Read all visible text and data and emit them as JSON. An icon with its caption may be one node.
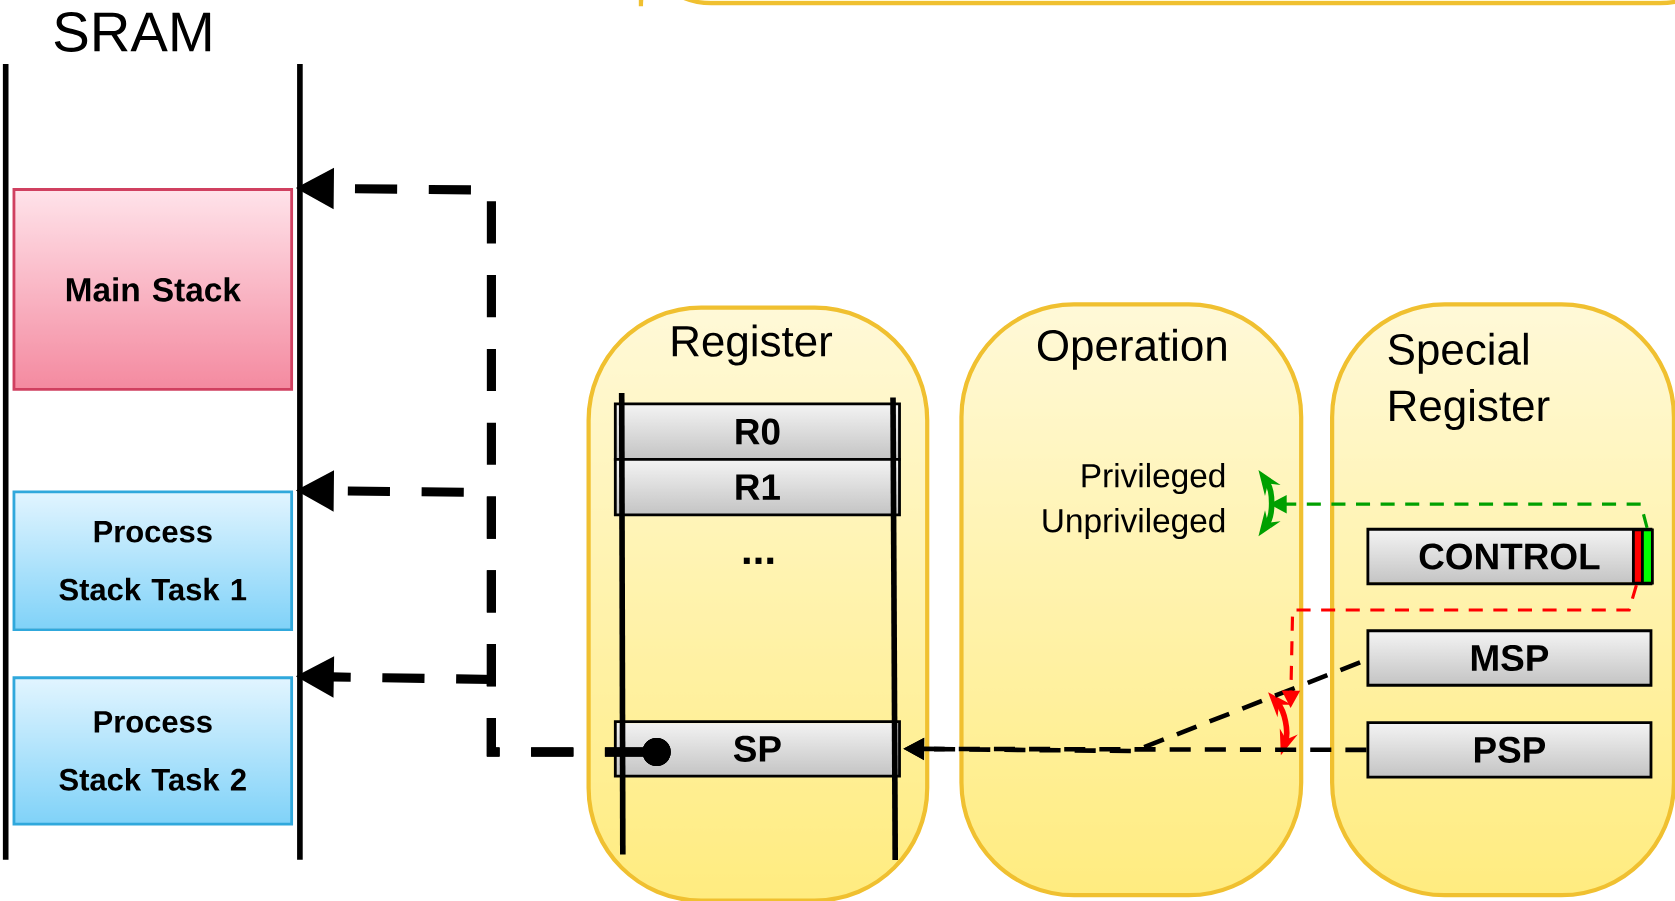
{
  "diagram": {
    "nodes": [
      {
        "text": [
          "SRAM"
        ]
      },
      {
        "text": [
          "Main Stack"
        ],
        "in": 0
      },
      {
        "text": [
          "Process Stack Task 1"
        ],
        "in": 0
      },
      {
        "text": [
          "Process Stack Task 2"
        ],
        "in": 0
      },
      {
        "text": [
          "Register"
        ]
      },
      {
        "text": [
          "R0"
        ],
        "in": 4
      },
      {
        "text": [
          "R1"
        ],
        "in": 4
      },
      {
        "text": [
          "SP"
        ],
        "in": 4
      },
      {
        "text": [
          "Operation"
        ]
      },
      {
        "text": [
          "Privileged",
          "Unprivileged"
        ],
        "in": 8
      },
      {
        "text": [
          "Special Register"
        ]
      },
      {
        "text": [
          "CONTROL"
        ],
        "in": 10
      },
      {
        "text": [
          "MSP"
        ],
        "in": 10
      },
      {
        "text": [
          "PSP"
        ],
        "in": 10
      }
    ],
    "edges": [
      {
        "from": 7,
        "to": 1,
        "arrow": "to",
        "style": "dashed"
      },
      {
        "from": 7,
        "to": 2,
        "arrow": "to",
        "style": "dashed"
      },
      {
        "from": 7,
        "to": 3,
        "arrow": "to",
        "style": "dashed"
      },
      {
        "from": 12,
        "to": 7,
        "arrow": "to",
        "style": "dashed"
      },
      {
        "from": 13,
        "to": 7,
        "arrow": "to",
        "style": "dashed"
      },
      {
        "from": 11,
        "to": 9,
        "arrow": "to",
        "style": "dashed",
        "color": "#00a000"
      },
      {
        "from": 11,
        "to": 8,
        "arrow": "to",
        "style": "dashed",
        "color": "#ff0000"
      }
    ],
    "labels": [
      "..."
    ]
  }
}
